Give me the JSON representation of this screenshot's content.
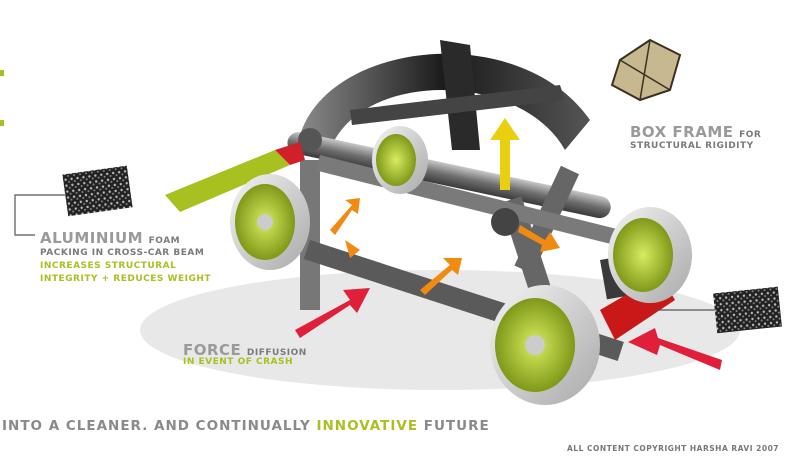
{
  "box_frame": {
    "title": "BOX FRAME",
    "suffix": "FOR",
    "line2": "STRUCTURAL RIGIDITY"
  },
  "aluminium": {
    "title": "ALUMINIUM",
    "suffix": "FOAM",
    "line2": "PACKING IN CROSS-CAR BEAM",
    "line3": "INCREASES STRUCTURAL",
    "line4": "INTEGRITY + REDUCES WEIGHT"
  },
  "force": {
    "title": "FORCE",
    "suffix": "DIFFUSION",
    "line2": "IN EVENT OF CRASH"
  },
  "tagline": {
    "part1": "INTO A CLEANER. AND CONTINUALLY",
    "highlight": "INNOVATIVE",
    "part2": "FUTURE"
  },
  "copyright": "ALL CONTENT COPYRIGHT HARSHA RAVI 2007",
  "colors": {
    "accent_green": "#a8c020",
    "text_grey": "#8a8a8a",
    "arrow_red": "#e0203a",
    "arrow_orange": "#f08a10",
    "arrow_yellow": "#e8d010"
  }
}
